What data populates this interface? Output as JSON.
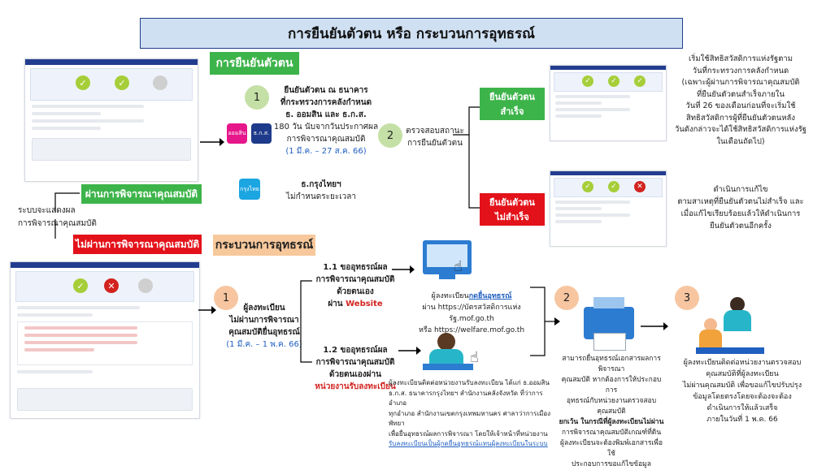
{
  "title": "การยืนยันตัวตน หรือ กระบวนการอุทธรณ์",
  "sections": {
    "verify_label": "การยืนยันตัวตน",
    "appeal_label": "กระบวนการอุทธรณ์",
    "passed_label": "ผ่านการพิจารณาคุณสมบัติ",
    "failed_label": "ไม่ผ่านการพิจารณาคุณสมบัติ",
    "system_note_1": "ระบบจะแสดงผล",
    "system_note_2": "การพิจารณาคุณสมบัติ"
  },
  "verify": {
    "step1_num": "1",
    "step1_line1": "ยืนยันตัวตน ณ ธนาคาร",
    "step1_line2": "ที่กระทรวงการคลังกำหนด",
    "step1_line3": "ธ. ออมสิน และ ธ.ก.ส.",
    "step1_line4": "180 วัน นับจากวันประกาศผล",
    "step1_line5": "การพิจารณาคุณสมบัติ",
    "step1_dates": "(1 มี.ค. – 27 ส.ค. 66)",
    "ktb_name": "ธ.กรุงไทยฯ",
    "ktb_note": "ไม่กำหนดระยะเวลา",
    "step2_num": "2",
    "step2_line1": "ตรวจสอบสถานะ",
    "step2_line2": "การยืนยันตัวตน",
    "success_1": "ยืนยันตัวตน",
    "success_2": "สำเร็จ",
    "fail_1": "ยืนยันตัวตน",
    "fail_2": "ไม่สำเร็จ",
    "success_desc": [
      "เริ่มใช้สิทธิสวัสดิการแห่งรัฐตาม",
      "วันที่กระทรวงการคลังกำหนด",
      "(เฉพาะผู้ผ่านการพิจารณาคุณสมบัติ",
      "ที่ยืนยันตัวตนสำเร็จภายใน",
      "วันที่ 26 ของเดือนก่อนที่จะเริ่มใช้",
      "สิทธิสวัสดิการผู้ที่ยืนยันตัวตนหลัง",
      "วันดังกล่าวจะได้ใช้สิทธิสวัสดิการแห่งรัฐ",
      "ในเดือนถัดไป)"
    ],
    "fail_desc": [
      "ดำเนินการแก้ไข",
      "ตามสาเหตุที่ยืนยันตัวตนไม่สำเร็จ และ",
      "เมื่อแก้ไขเรียบร้อยแล้วให้ดำเนินการ",
      "ยืนยันตัวตนอีกครั้ง"
    ]
  },
  "appeal": {
    "step1_num": "1",
    "step1_line1": "ผู้ลงทะเบียน",
    "step1_line2": "ไม่ผ่านการพิจารณา",
    "step1_line3": "คุณสมบัติยื่นอุทธรณ์",
    "step1_dates": "(1 มี.ค. – 1 พ.ค. 66)",
    "opt11_line1": "1.1 ขออุทธรณ์ผล",
    "opt11_line2": "การพิจารณาคุณสมบัติ",
    "opt11_line3": "ด้วยตนเอง",
    "opt11_line4a": "ผ่าน ",
    "opt11_line4b": "Website",
    "opt12_line1": "1.2 ขออุทธรณ์ผล",
    "opt12_line2": "การพิจารณาคุณสมบัติ",
    "opt12_line3": "ด้วยตนเองผ่าน",
    "opt12_line4": "หน่วยงานรับลงทะเบียน",
    "web_line1a": "ผู้ลงทะเบียน",
    "web_line1b": "กดยื่นอุทธรณ์",
    "web_line2": "ผ่าน https://บัตรสวัสดิการแห่งรัฐ.mof.go.th",
    "web_line3": "หรือ https://welfare.mof.go.th",
    "agency_lines": [
      "ผู้ลงทะเบียนติดต่อหน่วยงานรับลงทะเบียน ได้แก่ ธ.ออมสิน",
      "ธ.ก.ส. ธนาคารกรุงไทยฯ สำนักงานคลังจังหวัด ที่ว่าการอำเภอ",
      "ทุกอำเภอ สำนักงานเขตกรุงเทพมหานคร ศาลาว่าการเมืองพัทยา",
      "เพื่อยื่นอุทธรณ์ผลการพิจารณา โดยให้เจ้าหน้าที่หน่วยงาน",
      "รับลงทะเบียนเป็นผู้กดยื่นอุทธรณ์แทนผู้ลงทะเบียนในระบบ"
    ],
    "step2_num": "2",
    "step2_lines": [
      "สามารถยื่นอุทธรณ์เอกสารผลการพิจารณา",
      "คุณสมบัติ หากต้องการให้ประกอบการ",
      "อุทธรณ์กับหน่วยงานตรวจสอบคุณสมบัติ",
      "ยกเว้น ในกรณีที่ผู้ลงทะเบียนไม่ผ่าน",
      "การพิจารณาคุณสมบัติเกณฑ์ที่ดิน",
      "ผู้ลงทะเบียนจะต้องพิมพ์เอกสารเพื่อใช้",
      "ประกอบการขอแก้ไขข้อมูล"
    ],
    "step3_num": "3",
    "step3_lines": [
      "ผู้ลงทะเบียนติดต่อหน่วยงานตรวจสอบ",
      "คุณสมบัติที่ผู้ลงทะเบียน",
      "ไม่ผ่านคุณสมบัติ เพื่อขอแก้ไขปรับปรุง",
      "ข้อมูลโดยตรงโดยจะต้องจะต้อง",
      "ดำเนินการให้แล้วเสร็จ",
      "ภายในวันที่ 1 พ.ค. 66"
    ]
  },
  "bank_logos": {
    "gsb": "ออมสิน",
    "baac": "ธ.ก.ส.",
    "ktb": "กรุงไทย"
  },
  "colors": {
    "accent_green": "#3db44a",
    "accent_red": "#e3121a",
    "accent_orange": "#f7c89b",
    "title_bg": "#cfe0f3",
    "link_blue": "#1f5fbf"
  }
}
